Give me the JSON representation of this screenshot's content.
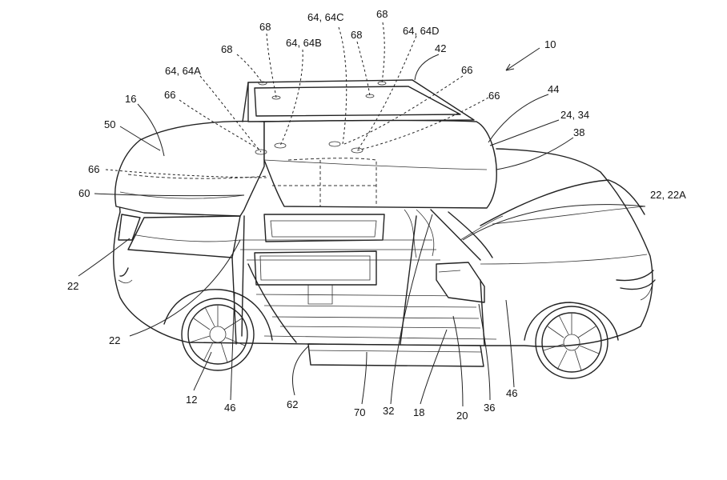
{
  "figure": {
    "reference_numerals": [
      {
        "id": "r10",
        "text": "10"
      },
      {
        "id": "r42",
        "text": "42"
      },
      {
        "id": "r44",
        "text": "44"
      },
      {
        "id": "r24_34",
        "text": "24, 34"
      },
      {
        "id": "r38",
        "text": "38"
      },
      {
        "id": "r22_22a",
        "text": "22, 22A"
      },
      {
        "id": "r64_64c",
        "text": "64, 64C"
      },
      {
        "id": "r64_64b",
        "text": "64, 64B"
      },
      {
        "id": "r64_64d",
        "text": "64, 64D"
      },
      {
        "id": "r64_64a",
        "text": "64, 64A"
      },
      {
        "id": "r68a",
        "text": "68"
      },
      {
        "id": "r68b",
        "text": "68"
      },
      {
        "id": "r68c",
        "text": "68"
      },
      {
        "id": "r68d",
        "text": "68"
      },
      {
        "id": "r66a",
        "text": "66"
      },
      {
        "id": "r66b",
        "text": "66"
      },
      {
        "id": "r66c",
        "text": "66"
      },
      {
        "id": "r66d",
        "text": "66"
      },
      {
        "id": "r16",
        "text": "16"
      },
      {
        "id": "r50",
        "text": "50"
      },
      {
        "id": "r60",
        "text": "60"
      },
      {
        "id": "r22a",
        "text": "22"
      },
      {
        "id": "r22b",
        "text": "22"
      },
      {
        "id": "r12",
        "text": "12"
      },
      {
        "id": "r46a",
        "text": "46"
      },
      {
        "id": "r62",
        "text": "62"
      },
      {
        "id": "r70",
        "text": "70"
      },
      {
        "id": "r32",
        "text": "32"
      },
      {
        "id": "r18",
        "text": "18"
      },
      {
        "id": "r20",
        "text": "20"
      },
      {
        "id": "r36",
        "text": "36"
      },
      {
        "id": "r46b",
        "text": "46"
      }
    ]
  }
}
